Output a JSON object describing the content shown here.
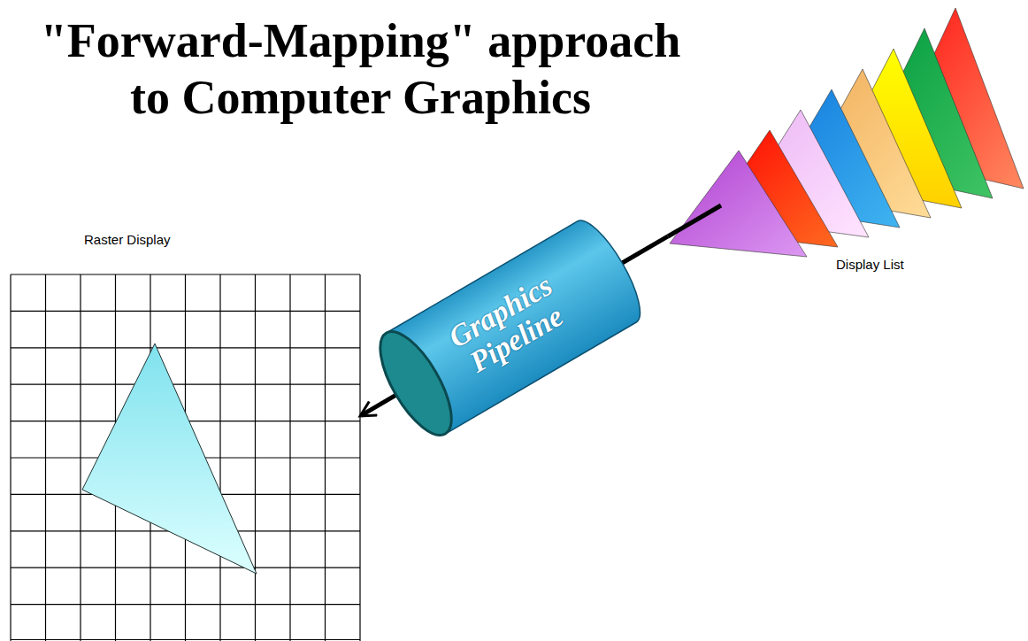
{
  "diagram": {
    "title": "\"Forward-Mapping\" approach to Computer Graphics",
    "nodes": [
      {
        "text": [
          "Raster Display"
        ]
      },
      {
        "text": [
          "Graphics Pipeline"
        ]
      },
      {
        "text": [
          "Display List"
        ]
      }
    ],
    "edges": [
      {
        "from": 2,
        "to": 1,
        "arrow": "none"
      },
      {
        "from": 1,
        "to": 0,
        "arrow": "to"
      }
    ]
  }
}
